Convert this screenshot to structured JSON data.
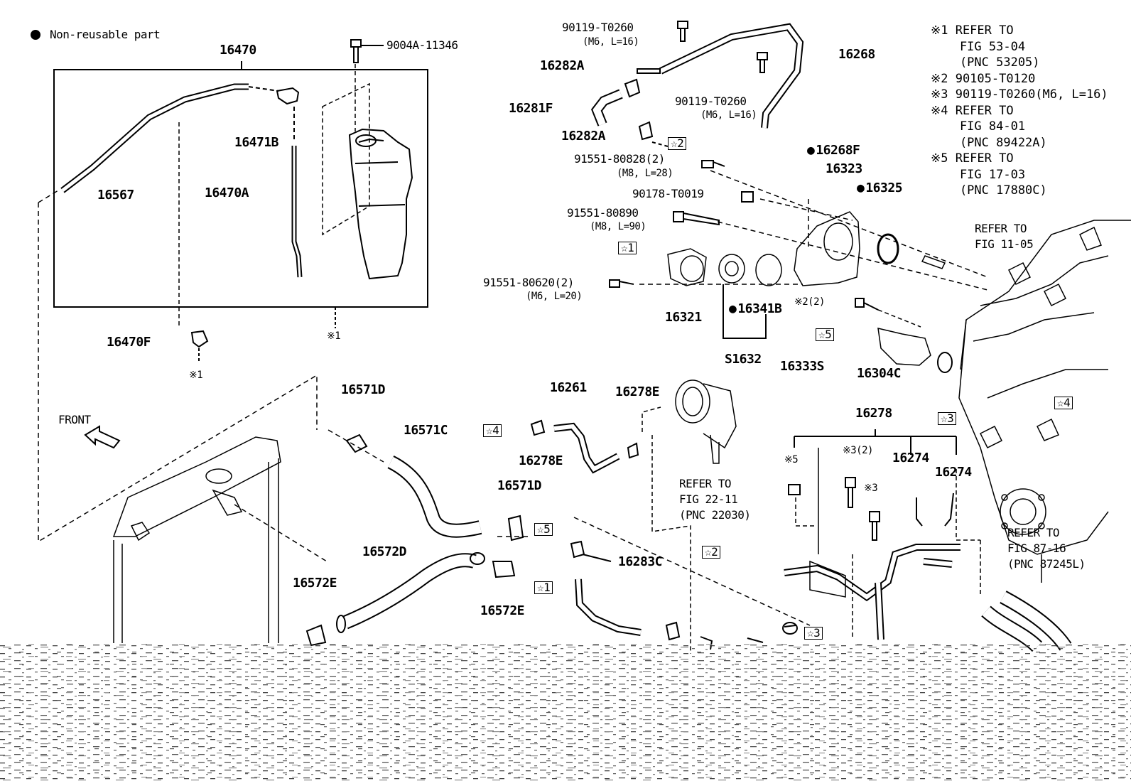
{
  "legend": {
    "non_reusable": "Non-reusable part"
  },
  "front_label": "FRONT",
  "notes": [
    {
      "mark": "※1",
      "lines": [
        "REFER TO",
        "FIG 53-04",
        "(PNC 53205)"
      ]
    },
    {
      "mark": "※2",
      "lines": [
        "90105-T0120"
      ]
    },
    {
      "mark": "※3",
      "lines": [
        "90119-T0260(M6, L=16)"
      ]
    },
    {
      "mark": "※4",
      "lines": [
        "REFER TO",
        "FIG 84-01",
        "(PNC 89422A)"
      ]
    },
    {
      "mark": "※5",
      "lines": [
        "REFER TO",
        "FIG 17-03",
        "(PNC 17880C)"
      ]
    }
  ],
  "parts": {
    "p16470": "16470",
    "p9004A": "9004A-11346",
    "p16471B": "16471B",
    "p16567": "16567",
    "p16470A": "16470A",
    "p16470F": "16470F",
    "note1a": "※1",
    "note1b": "※1",
    "p90119a": "90119-T0260",
    "p90119a_spec": "(M6, L=16)",
    "p16282A_1": "16282A",
    "p16281F": "16281F",
    "p16282A_2": "16282A",
    "p16268": "16268",
    "p90119b": "90119-T0260",
    "p90119b_spec": "(M6, L=16)",
    "p16268F": "16268F",
    "p16323": "16323",
    "p16325": "16325",
    "p91551_80828": "91551-80828(2)",
    "p91551_80828_spec": "(M8, L=28)",
    "p90178": "90178-T0019",
    "p91551_80890": "91551-80890",
    "p91551_80890_spec": "(M8, L=90)",
    "p91551_80620": "91551-80620(2)",
    "p91551_80620_spec": "(M6, L=20)",
    "p16321": "16321",
    "p16341B": "16341B",
    "pS1632": "S1632",
    "p_note2_2": "※2(2)",
    "p16333S": "16333S",
    "p16304C": "16304C",
    "refer_fig1105_a": "REFER TO",
    "refer_fig1105_b": "FIG 11-05",
    "p16571D_1": "16571D",
    "p16571C": "16571C",
    "p16261": "16261",
    "p16278E_1": "16278E",
    "p16278E_2": "16278E",
    "p16571D_2": "16571D",
    "p16572D": "16572D",
    "p16572E_1": "16572E",
    "p16572E_2": "16572E",
    "p16283C": "16283C",
    "refer_fig2211_a": "REFER TO",
    "refer_fig2211_b": "FIG 22-11",
    "refer_fig2211_c": "(PNC 22030)",
    "p16278": "16278",
    "p_note5": "※5",
    "p_note3_2": "※3(2)",
    "p_note3": "※3",
    "p16274_1": "16274",
    "p16274_2": "16274",
    "refer_fig8716_a": "REFER TO",
    "refer_fig8716_b": "FIG 87-16",
    "refer_fig8716_c": "(PNC 87245L)"
  },
  "callouts": {
    "s1": "☆1",
    "s2": "☆2",
    "s3": "☆3",
    "s4": "☆4",
    "s5": "☆5"
  }
}
